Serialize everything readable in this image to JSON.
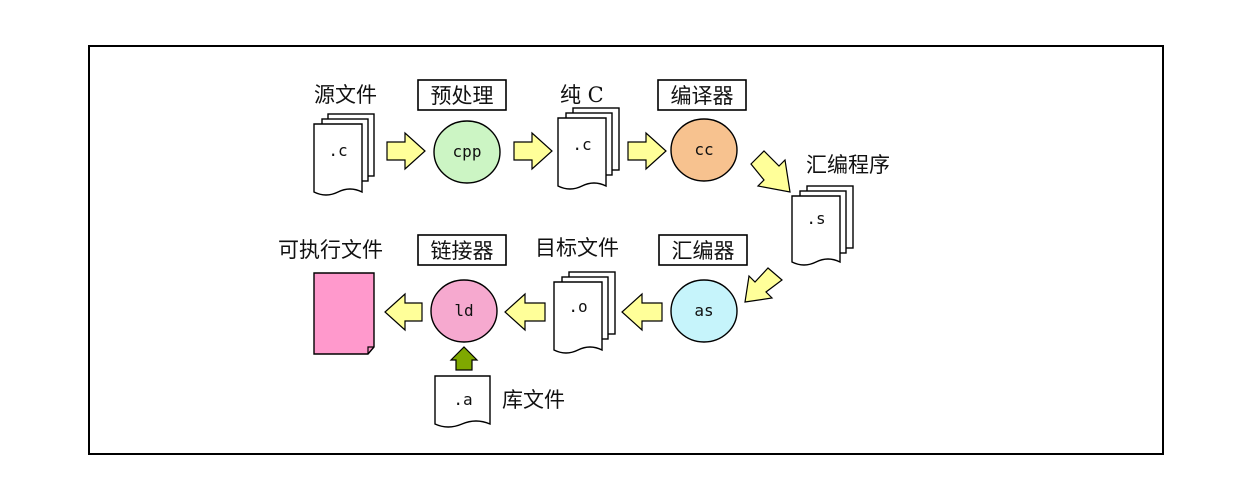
{
  "diagram": {
    "source_label": "源文件",
    "source_ext": ".c",
    "preprocess_title": "预处理",
    "preprocess_node": "cpp",
    "pure_c_label": "纯 C",
    "pure_c_ext": ".c",
    "compiler_title": "编译器",
    "compiler_node": "cc",
    "asm_program_label": "汇编程序",
    "asm_program_ext": ".s",
    "assembler_title": "汇编器",
    "assembler_node": "as",
    "object_label": "目标文件",
    "object_ext": ".o",
    "linker_title": "链接器",
    "linker_node": "ld",
    "executable_label": "可执行文件",
    "library_label": "库文件",
    "library_ext": ".a"
  },
  "colors": {
    "cpp": "#ccf5c4",
    "cc": "#f7c28f",
    "as": "#c6f4fb",
    "ld": "#f6a9cf",
    "executable": "#ff99cc",
    "arrow": "#ffff99",
    "up_arrow": "#7fa800"
  }
}
